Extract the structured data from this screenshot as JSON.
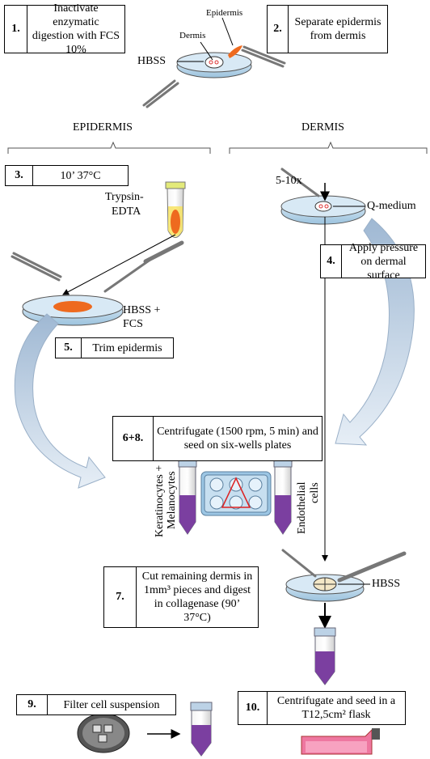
{
  "steps": {
    "s1": {
      "num": "1.",
      "text": "Inactivate enzymatic digestion with FCS 10%"
    },
    "s2": {
      "num": "2.",
      "text": "Separate epidermis from dermis"
    },
    "s3": {
      "num": "3.",
      "text": "10’ 37°C"
    },
    "s4": {
      "num": "4.",
      "text": "Apply pressure on dermal surface"
    },
    "s5": {
      "num": "5.",
      "text": "Trim epidermis"
    },
    "s68": {
      "num": "6+8.",
      "text": "Centrifugate (1500 rpm, 5 min) and seed on six-wells plates"
    },
    "s7": {
      "num": "7.",
      "text": "Cut remaining dermis in 1mm³ pieces and digest in collagenase (90’ 37°C)"
    },
    "s9": {
      "num": "9.",
      "text": "Filter cell suspension"
    },
    "s10": {
      "num": "10.",
      "text": "Centrifugate and seed in a T12,5cm² flask"
    }
  },
  "labels": {
    "epidermis_top": "Epidermis",
    "dermis_top": "Dermis",
    "hbss_top": "HBSS",
    "section_epidermis": "EPIDERMIS",
    "section_dermis": "DERMIS",
    "trypsin": "Trypsin-",
    "edta": "EDTA",
    "repeat": "5-10x",
    "q_medium": "Q-medium",
    "hbss_fcs_1": "HBSS +",
    "hbss_fcs_2": "FCS",
    "keratinocytes": "Keratinocytes +",
    "melanocytes": "Melanocytes",
    "endothelial_1": "Endothelial",
    "endothelial_2": "cells",
    "hbss_bottom": "HBSS"
  },
  "colors": {
    "dish": "#b8d6ea",
    "tissue": "#ee6a1f",
    "medium": "#7b3fa0",
    "arrow_fill": "#c5d8ea",
    "plate": "#c7dff0"
  }
}
